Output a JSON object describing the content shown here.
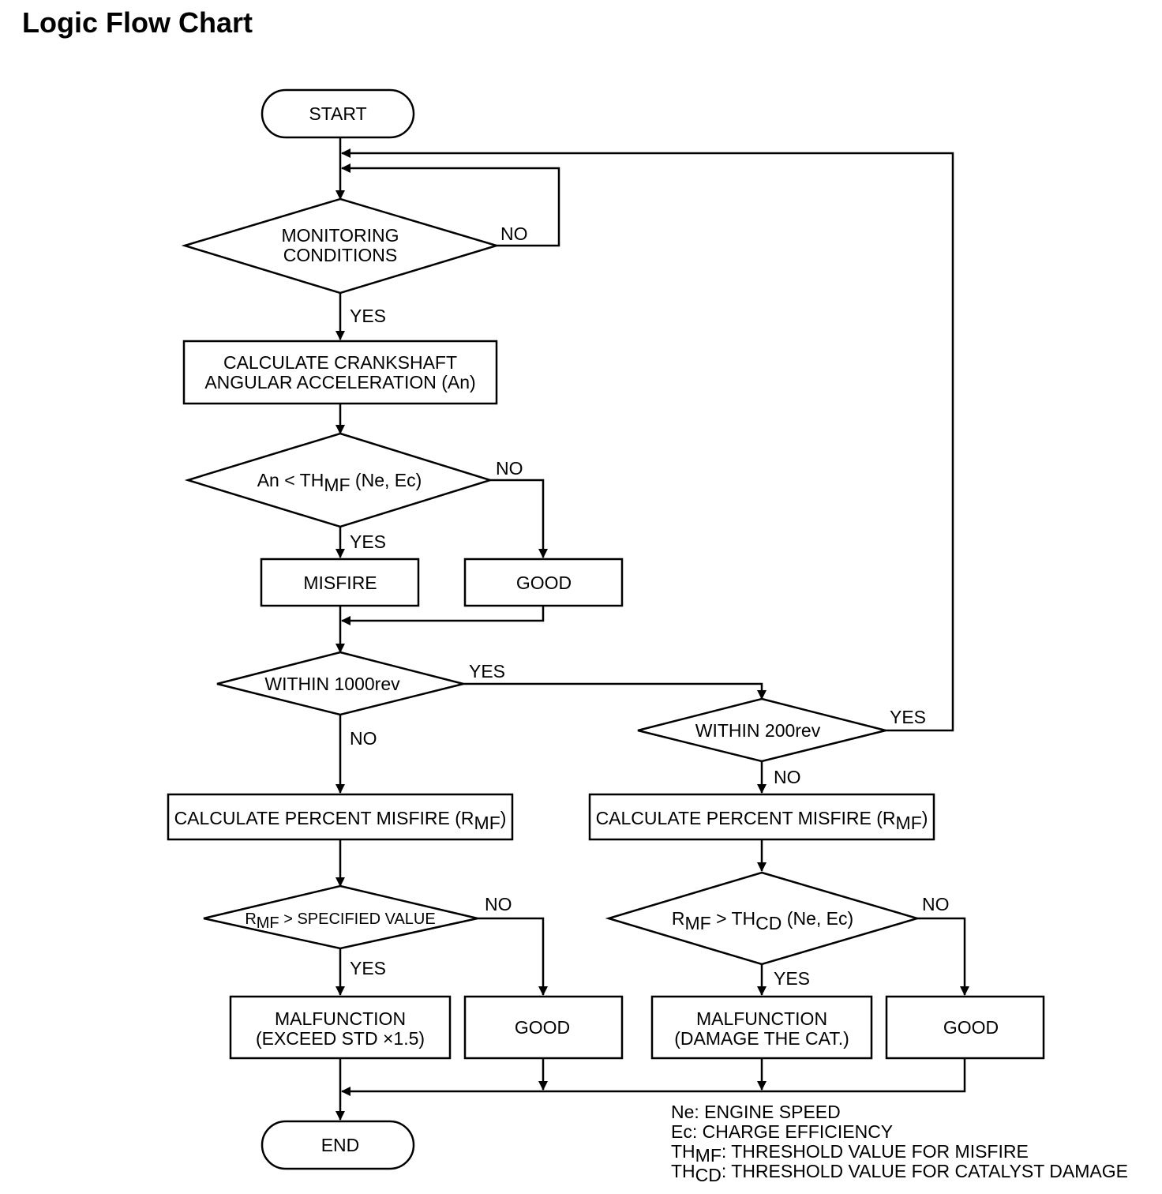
{
  "title": "Logic Flow Chart",
  "nodes": {
    "start": "START",
    "monitoring_l1": "MONITORING",
    "monitoring_l2": "CONDITIONS",
    "calc_an_l1": "CALCULATE CRANKSHAFT",
    "calc_an_l2": "ANGULAR ACCELERATION (An)",
    "an_cond": {
      "a": "An < TH",
      "sub": "MF",
      "b": " (Ne,  Ec)"
    },
    "misfire": "MISFIRE",
    "good": "GOOD",
    "within_1000": "WITHIN 1000rev",
    "within_200": "WITHIN 200rev",
    "calc_pct": {
      "a": "CALCULATE PERCENT MISFIRE (R",
      "sub": "MF",
      "b": ")"
    },
    "rmf_spec": {
      "a": "R",
      "sub": "MF",
      "b": " > SPECIFIED VALUE"
    },
    "rmf_thcd": {
      "a": "R",
      "sub1": "MF",
      "b": " > TH",
      "sub2": "CD",
      "c": " (Ne, Ec)"
    },
    "malf_std_l1": "MALFUNCTION",
    "malf_std_l2": "(EXCEED STD  ×1.5)",
    "malf_cat_l1": "MALFUNCTION",
    "malf_cat_l2": "(DAMAGE THE CAT.)",
    "end": "END"
  },
  "branch_labels": {
    "yes": "YES",
    "no": "NO"
  },
  "legend": [
    {
      "term": "Ne",
      "sub": "",
      "desc": ": ENGINE SPEED"
    },
    {
      "term": "Ec",
      "sub": "",
      "desc": ": CHARGE EFFICIENCY"
    },
    {
      "term": "TH",
      "sub": "MF",
      "desc": ": THRESHOLD VALUE FOR MISFIRE"
    },
    {
      "term": "TH",
      "sub": "CD",
      "desc": ": THRESHOLD VALUE FOR CATALYST DAMAGE"
    }
  ]
}
